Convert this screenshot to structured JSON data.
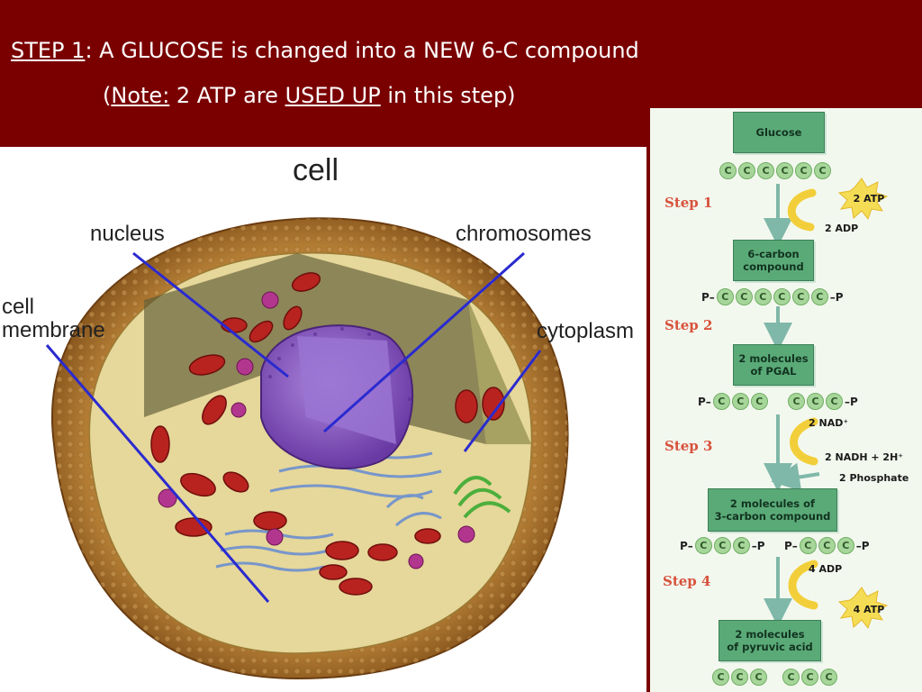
{
  "title": {
    "step_label": "STEP 1",
    "line1_rest": ": A GLUCOSE is changed into a NEW 6-C compound",
    "line2_open": "(",
    "note_label": "Note:",
    "line2_mid": " 2 ATP are ",
    "used_up": "USED UP",
    "line2_end": " in this step)"
  },
  "cell_diagram": {
    "title": "cell",
    "labels": {
      "nucleus": "nucleus",
      "chromosomes": "chromosomes",
      "cell_membrane": "cell\nmembrane",
      "cytoplasm": "cytoplasm"
    },
    "colors": {
      "pointer_line": "#2a2ad0",
      "nucleus": "#8a5cc4",
      "mitochondria": "#b8231f",
      "cytoplasm": "#ece0a8"
    }
  },
  "glycolysis": {
    "boxes": {
      "glucose": "Glucose",
      "six_carbon": "6-carbon\ncompound",
      "pgal": "2 molecules\nof PGAL",
      "three_carbon": "2 molecules of\n3-carbon compound",
      "pyruvic": "2 molecules\nof pyruvic acid"
    },
    "steps": [
      "Step 1",
      "Step 2",
      "Step 3",
      "Step 4"
    ],
    "carbon_symbol": "C",
    "phosphate_symbol": "P",
    "inputs": {
      "step1_in": "2 ATP",
      "step1_out": "2 ADP",
      "step3_in": "2 NAD⁺",
      "step3_out": "2 NADH + 2H⁺",
      "step3_phosphate": "2 Phosphate",
      "step4_in": "4 ADP",
      "step4_out": "4 ATP"
    },
    "colors": {
      "box": "#5aaa78",
      "step_text": "#d8523c",
      "carbon_bead": "#a7d69a",
      "arrow": "#7fb8a8",
      "curve_arrow": "#f2cf3a",
      "star": "#f5dc55"
    }
  }
}
